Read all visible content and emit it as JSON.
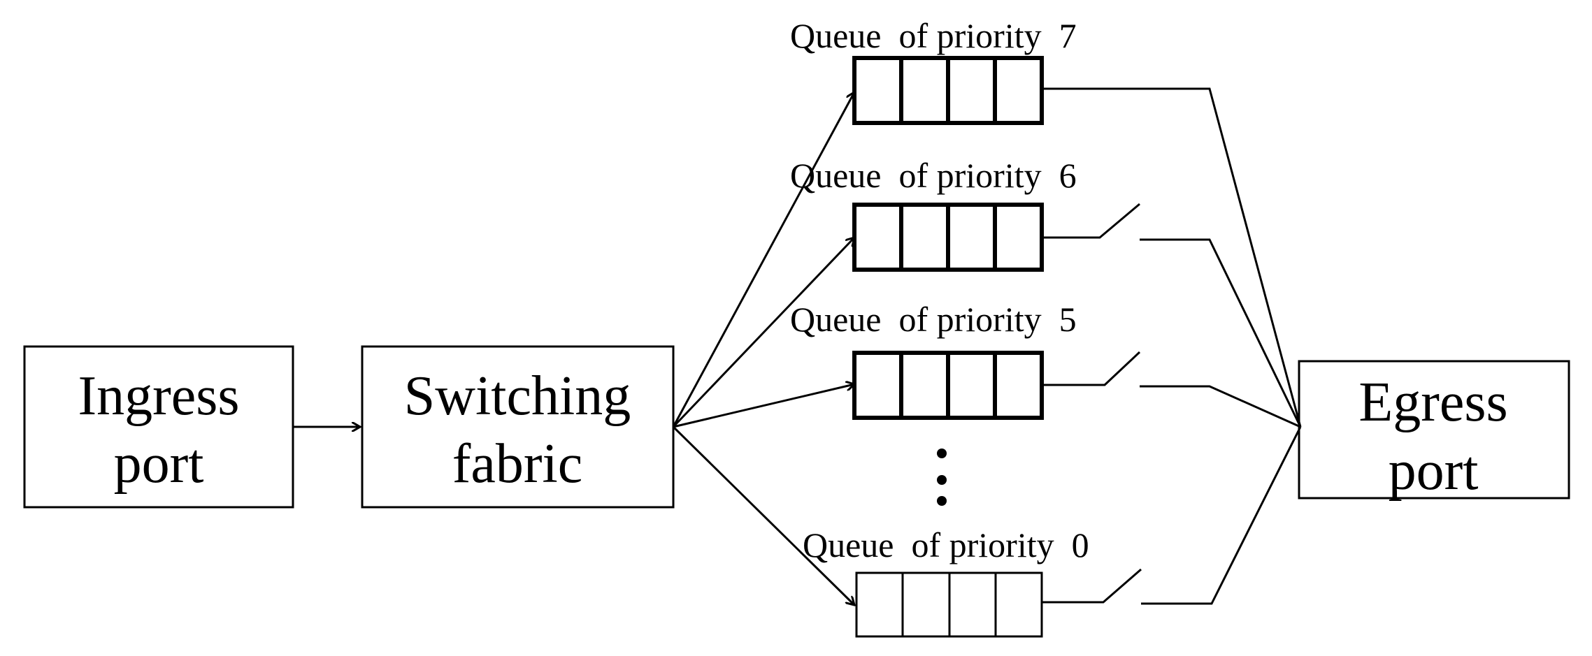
{
  "blocks": {
    "ingress": {
      "line1": "Ingress",
      "line2": "port"
    },
    "fabric": {
      "line1": "Switching",
      "line2": "fabric"
    },
    "egress": {
      "line1": "Egress",
      "line2": "port"
    }
  },
  "queues": [
    {
      "label": "Queue  of priority  7"
    },
    {
      "label": "Queue  of priority  6"
    },
    {
      "label": "Queue  of priority  5"
    },
    {
      "label": "Queue  of priority  0"
    }
  ]
}
